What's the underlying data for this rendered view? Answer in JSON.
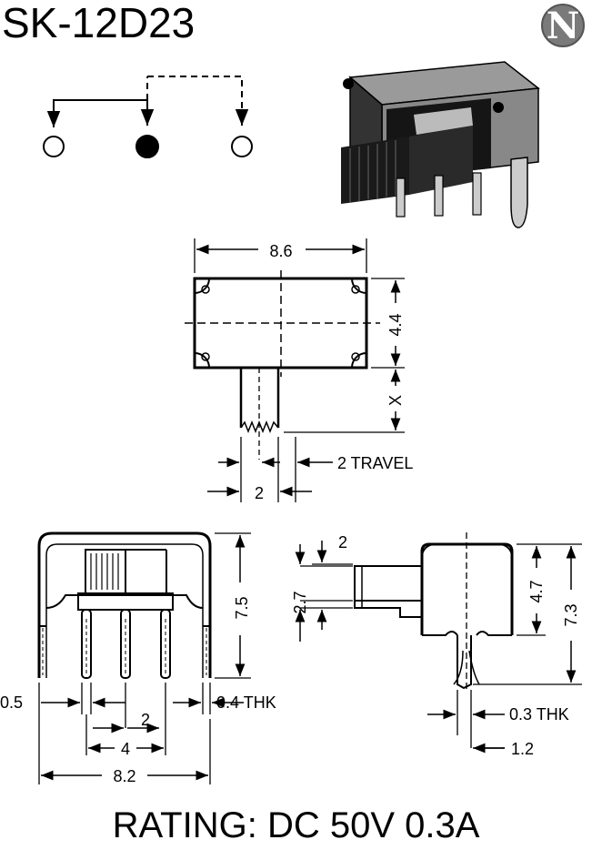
{
  "title": "SK-12D23",
  "logo_letter": "N",
  "rating": "RATING: DC 50V 0.3A",
  "dimensions": {
    "top_width": "8.6",
    "top_height": "4.4",
    "knob_extension": "X",
    "knob_width": "2",
    "travel": "2 TRAVEL",
    "front_height": "7.5",
    "pin_width": "0.5",
    "pin_thickness": "0.4 THK",
    "pin_pitch": "2",
    "pin_span": "4",
    "overall_width": "8.2",
    "side_top_offset": "2",
    "side_knob_height": "2.7",
    "side_body_height": "4.7",
    "side_total_height": "7.3",
    "side_pin_thickness": "0.3 THK",
    "side_pin_offset": "1.2"
  }
}
